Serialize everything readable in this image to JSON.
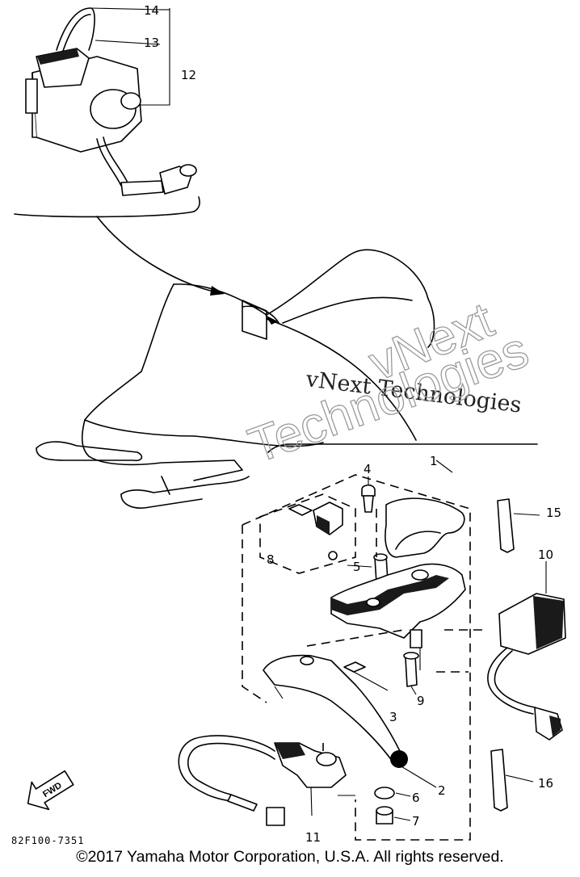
{
  "watermark": {
    "line": "vNext Technologies",
    "outline_word_1": "vNext",
    "outline_word_2": "Technologies"
  },
  "callouts": {
    "c1": "1",
    "c2": "2",
    "c3": "3",
    "c4": "4",
    "c5": "5",
    "c6": "6",
    "c7": "7",
    "c8": "8",
    "c9": "9",
    "c10": "10",
    "c11": "11",
    "c12": "12",
    "c13": "13",
    "c14": "14",
    "c15": "15",
    "c16": "16"
  },
  "fwd_label": "FWD",
  "part_code": "82F100-7351",
  "copyright": "©2017 Yamaha Motor Corporation, U.S.A. All rights reserved."
}
